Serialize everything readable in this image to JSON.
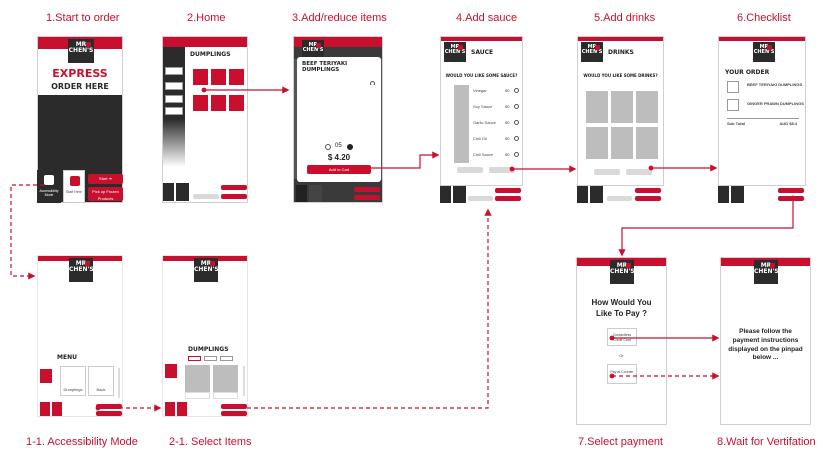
{
  "steps": {
    "s1": "1.Start to order",
    "s2": "2.Home",
    "s3": "3.Add/reduce items",
    "s4": "4.Add sauce",
    "s5": "5.Add drinks",
    "s6": "6.Checklist",
    "s11": "1-1. Accessibility Mode",
    "s21": "2-1. Select Items",
    "s7": "7.Select payment",
    "s8": "8.Wait for Vertifation"
  },
  "logo": {
    "line1": "MR",
    "line2": "CHEN'S"
  },
  "start": {
    "express": "EXPRESS",
    "order_here": "ORDER HERE",
    "accessibility_mode": "Accessibility Mode",
    "start_here": "Start Here",
    "start_arrow": "Start ➔",
    "pickup": "Pick up Frozen Products"
  },
  "home": {
    "title": "DUMPLINGS"
  },
  "item": {
    "name_line1": "BEEF TERIYAKI",
    "name_line2": "DUMPLINGS",
    "qty": "05",
    "price": "$ 4.20",
    "add_to_cart": "Add to Cart"
  },
  "sauce": {
    "title": "SAUCE",
    "question": "WOULD YOU LIKE SOME SAUCE?",
    "options": [
      "Vinegar",
      "Soy Sauce",
      "Garlic Sauce",
      "Chili Oil",
      "Chili Sauce"
    ],
    "qty": "00"
  },
  "drinks": {
    "title": "DRINKS",
    "question": "WOULD YOU LIKE SOME DRINKS?"
  },
  "checklist": {
    "title": "YOUR ORDER",
    "item1": "BEEF TERIYAKI DUMPLINGS",
    "item2": "GINGER PRAWN DUMPLINGS",
    "subtotal": "Sub Total",
    "amount": "AUD $8.4"
  },
  "access": {
    "menu": "MENU",
    "cat1": "Dumplings",
    "cat2": "Back"
  },
  "select": {
    "title": "DUMPLINGS"
  },
  "payment": {
    "question_line1": "How Would You",
    "question_line2": "Like To Pay ?",
    "option1": "Contactless Credit Card",
    "or": "Or",
    "option2": "Pay at Counter"
  },
  "verify": {
    "line1": "Please  follow the",
    "line2": "payment instructions",
    "line3": "displayed on the pinpad",
    "line4": "below ..."
  },
  "colors": {
    "accent": "#c8102e",
    "dark": "#2b2b2b",
    "grey": "#bdbdbd"
  }
}
